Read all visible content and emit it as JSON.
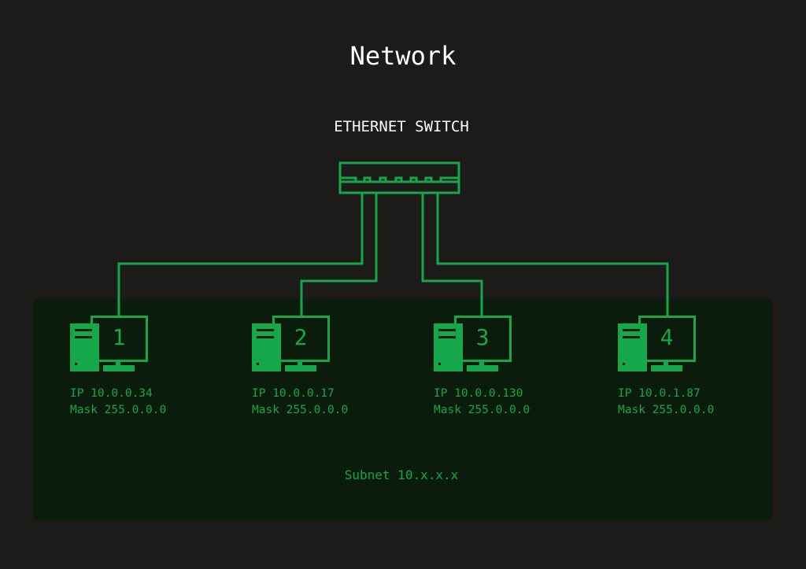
{
  "title": "Network",
  "switch": {
    "label": "ETHERNET SWITCH"
  },
  "subnet": {
    "label": "Subnet 10.x.x.x"
  },
  "colors": {
    "background": "#1c1b1a",
    "subnet_panel": "#0b1b0c",
    "accent": "#14a84a",
    "text": "#ffffff"
  },
  "computers": [
    {
      "number": "1",
      "ip": "IP 10.0.0.34",
      "mask": "Mask 255.0.0.0"
    },
    {
      "number": "2",
      "ip": "IP 10.0.0.17",
      "mask": "Mask 255.0.0.0"
    },
    {
      "number": "3",
      "ip": "IP 10.0.0.130",
      "mask": "Mask 255.0.0.0"
    },
    {
      "number": "4",
      "ip": "IP 10.0.1.87",
      "mask": "Mask 255.0.0.0"
    }
  ]
}
